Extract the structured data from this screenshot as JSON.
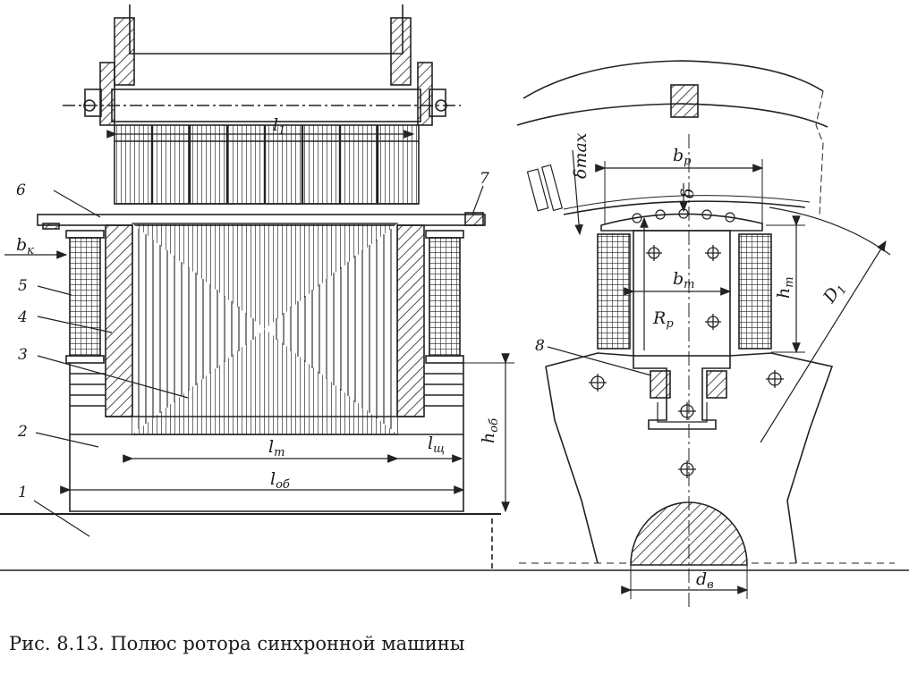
{
  "caption": "Рис. 8.13. Полюс ротора синхронной машины",
  "labels": {
    "n1": "1",
    "n2": "2",
    "n3": "3",
    "n4": "4",
    "n5": "5",
    "n6": "6",
    "n7": "7",
    "n8": "8",
    "l1": "l",
    "l1_sub": "1",
    "lm": "l",
    "lm_sub": "m",
    "lob": "l",
    "lob_sub": "об",
    "lsh": "l",
    "lsh_sub": "щ",
    "hob": "h",
    "hob_sub": "об",
    "bk": "b",
    "bk_sub": "к",
    "bp": "b",
    "bp_sub": "p",
    "bm": "b",
    "bm_sub": "m",
    "hm": "h",
    "hm_sub": "m",
    "D1": "D",
    "D1_sub": "1",
    "Rp": "R",
    "Rp_sub": "p",
    "db": "d",
    "db_sub": "в",
    "delta": "δ",
    "dmax": "δmax"
  }
}
